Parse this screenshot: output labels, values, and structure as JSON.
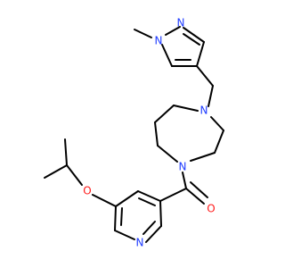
{
  "atoms": {
    "me": {
      "label": "",
      "element": "C"
    },
    "n1": {
      "label": "N",
      "element": "N"
    },
    "n2": {
      "label": "N",
      "element": "N"
    },
    "pip_n1": {
      "label": "N",
      "element": "N"
    },
    "pip_n2": {
      "label": "N",
      "element": "N"
    },
    "amide_o": {
      "label": "O",
      "element": "O"
    },
    "ether_o": {
      "label": "O",
      "element": "O"
    },
    "pyr_n": {
      "label": "N",
      "element": "N"
    }
  },
  "colors": {
    "bond": "#000000",
    "nitrogen": "#1f3cff",
    "oxygen": "#ff1a1a",
    "background": "#ffffff"
  }
}
